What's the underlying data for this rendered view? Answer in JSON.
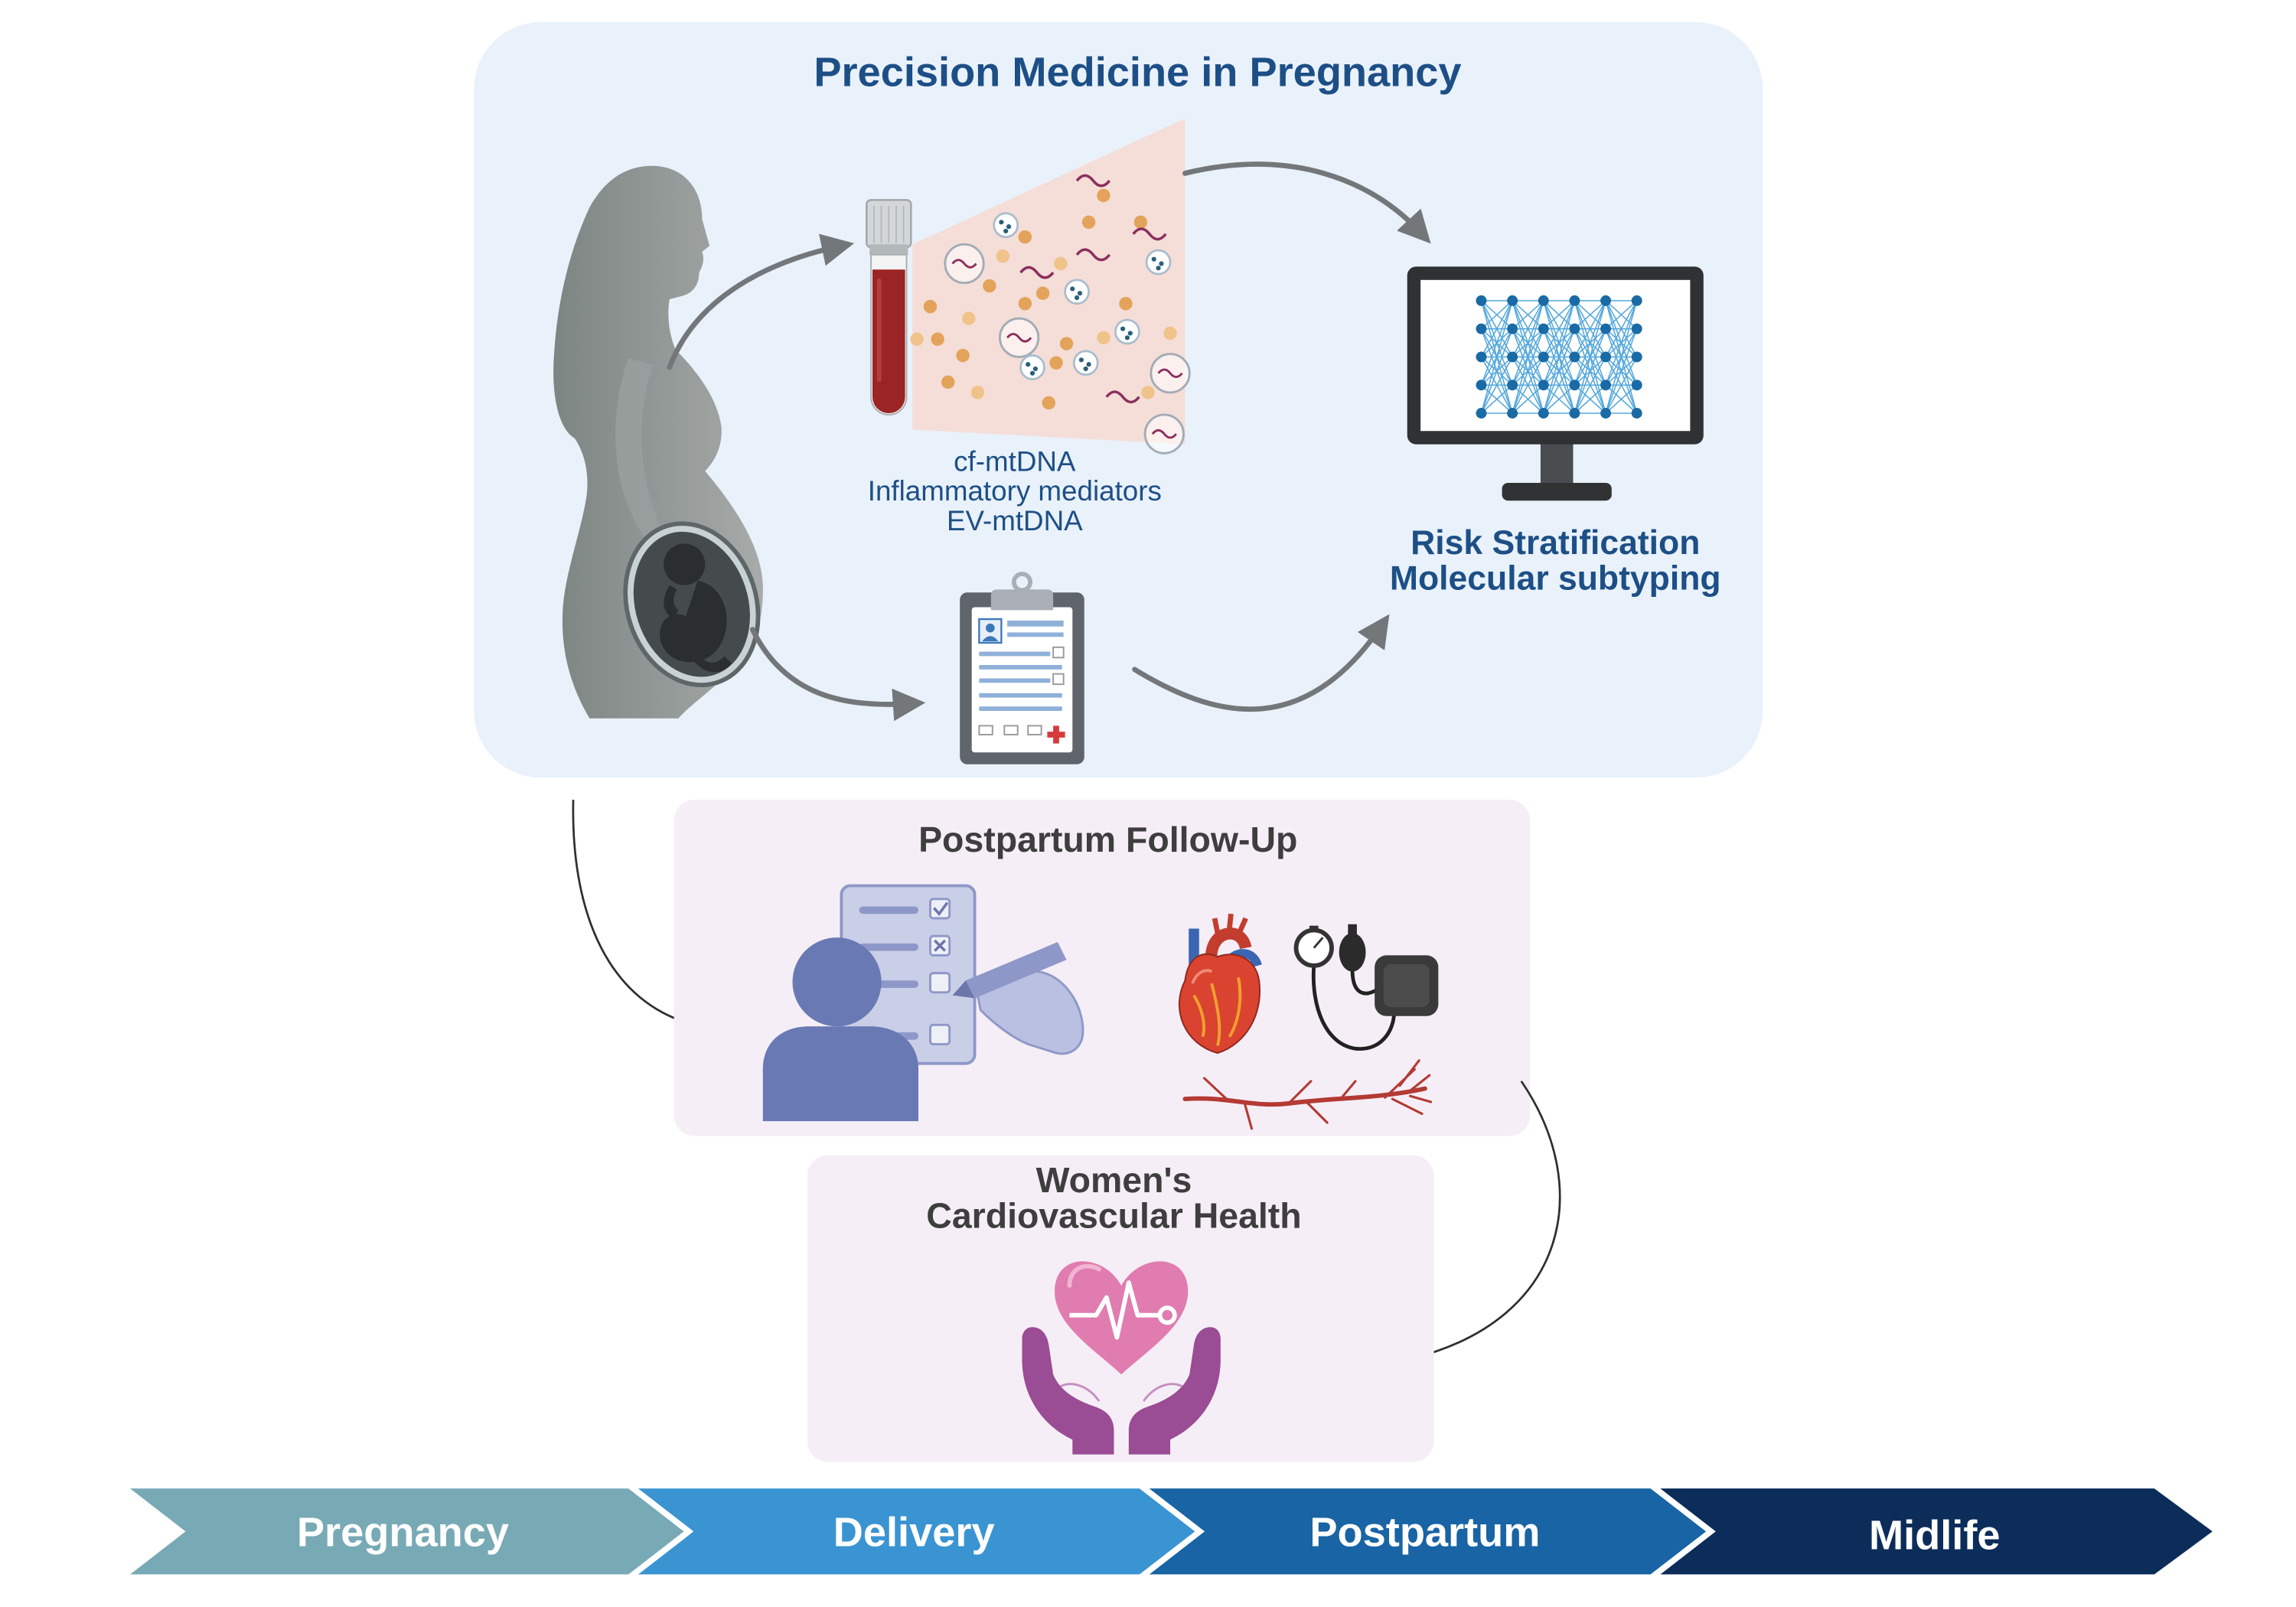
{
  "precision_panel": {
    "title": "Precision Medicine in Pregnancy",
    "background": "#e9f1fa",
    "biomarkers": [
      "cf-mtDNA",
      "Inflammatory mediators",
      "EV-mtDNA"
    ],
    "outcomes": [
      "Risk Stratification",
      "Molecular subtyping"
    ],
    "icons": [
      "pregnant-woman-icon",
      "blood-tube-icon",
      "magnified-plasma-icon",
      "clinical-record-icon",
      "computer-monitor-icon",
      "neural-network-icon"
    ]
  },
  "postpartum_panel": {
    "title": "Postpartum Follow-Up",
    "background": "#f5eef6",
    "icons": [
      "patient-checklist-icon",
      "anatomical-heart-icon",
      "blood-pressure-monitor-icon",
      "blood-vessel-icon"
    ]
  },
  "cardio_panel": {
    "title_lines": [
      "Women's",
      "Cardiovascular Health"
    ],
    "background": "#f5eef6",
    "icons": [
      "heart-in-hands-icon"
    ]
  },
  "timeline": {
    "stages": [
      {
        "label": "Pregnancy",
        "color": "#78aab6"
      },
      {
        "label": "Delivery",
        "color": "#3a94d1"
      },
      {
        "label": "Postpartum",
        "color": "#1864a4"
      },
      {
        "label": "Midlife",
        "color": "#0c2d5a"
      }
    ]
  },
  "colors": {
    "title_blue": "#1d4f86",
    "heading_gray": "#3e3e3e",
    "stage_text": "#ffffff"
  }
}
